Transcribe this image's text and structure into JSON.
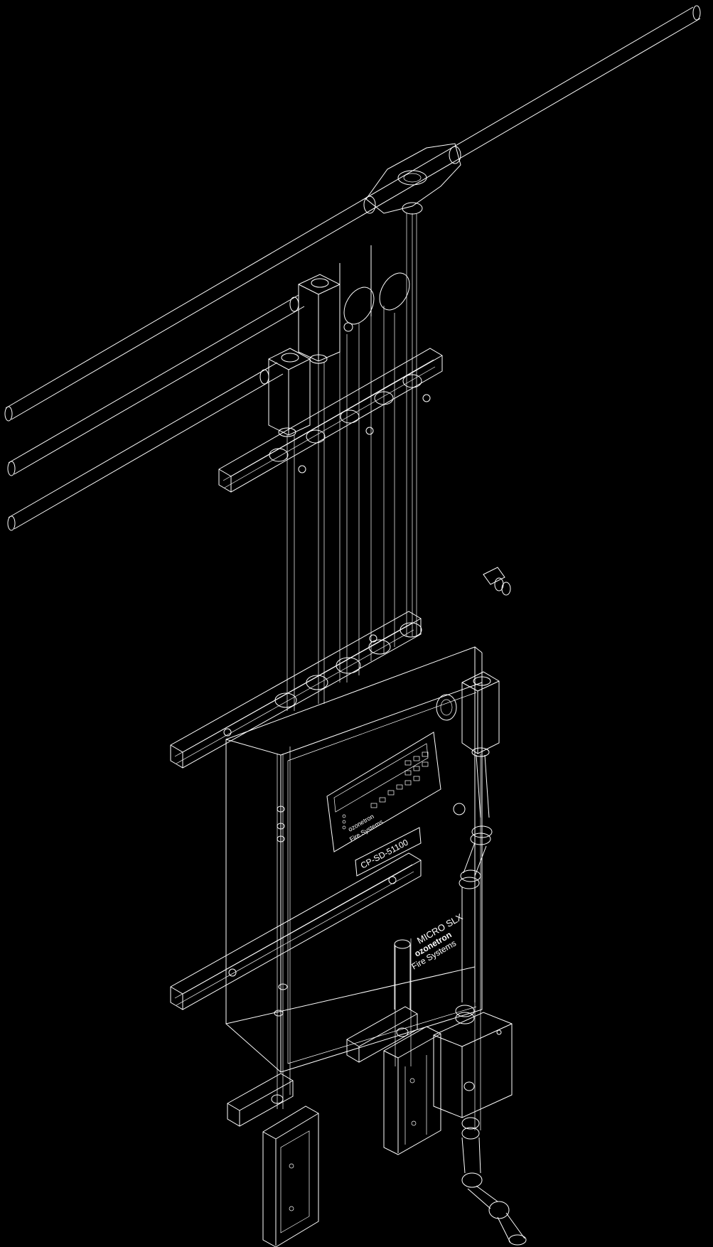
{
  "drawing": {
    "colors": {
      "background": "#000000",
      "line": "#ffffff"
    },
    "panel": {
      "model_label": "CP-SD-51100",
      "brand_small": "ozonetron",
      "brand_small_2": "Fire Systems",
      "side_line_1": "MICRO SLX",
      "side_line_2": "ozonetron",
      "side_line_3": "Fire Systems"
    }
  }
}
